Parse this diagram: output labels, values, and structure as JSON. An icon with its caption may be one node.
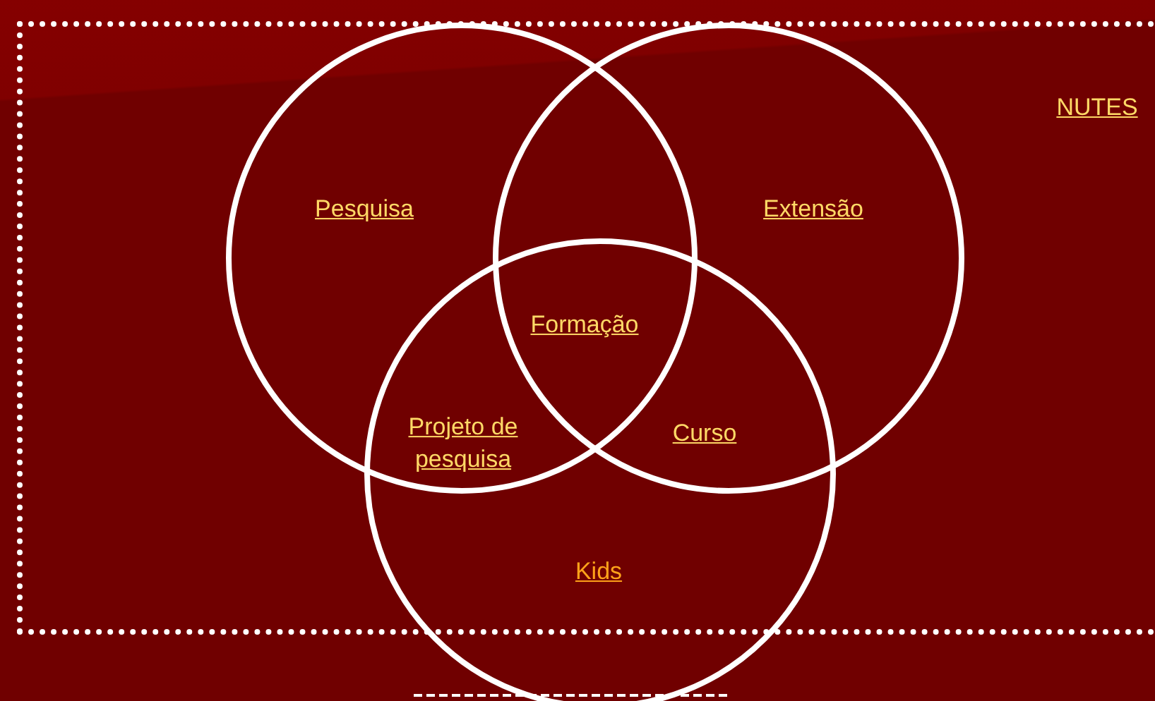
{
  "diagram": {
    "nodes": [
      {
        "text": [
          "NUTES"
        ]
      },
      {
        "text": [
          "Pesquisa"
        ],
        "in": 0
      },
      {
        "text": [
          "Extensão"
        ],
        "in": 0
      },
      {
        "text": [
          "Kids"
        ]
      }
    ],
    "labels": [
      "Formação",
      "Projeto de pesquisa",
      "Curso"
    ]
  }
}
